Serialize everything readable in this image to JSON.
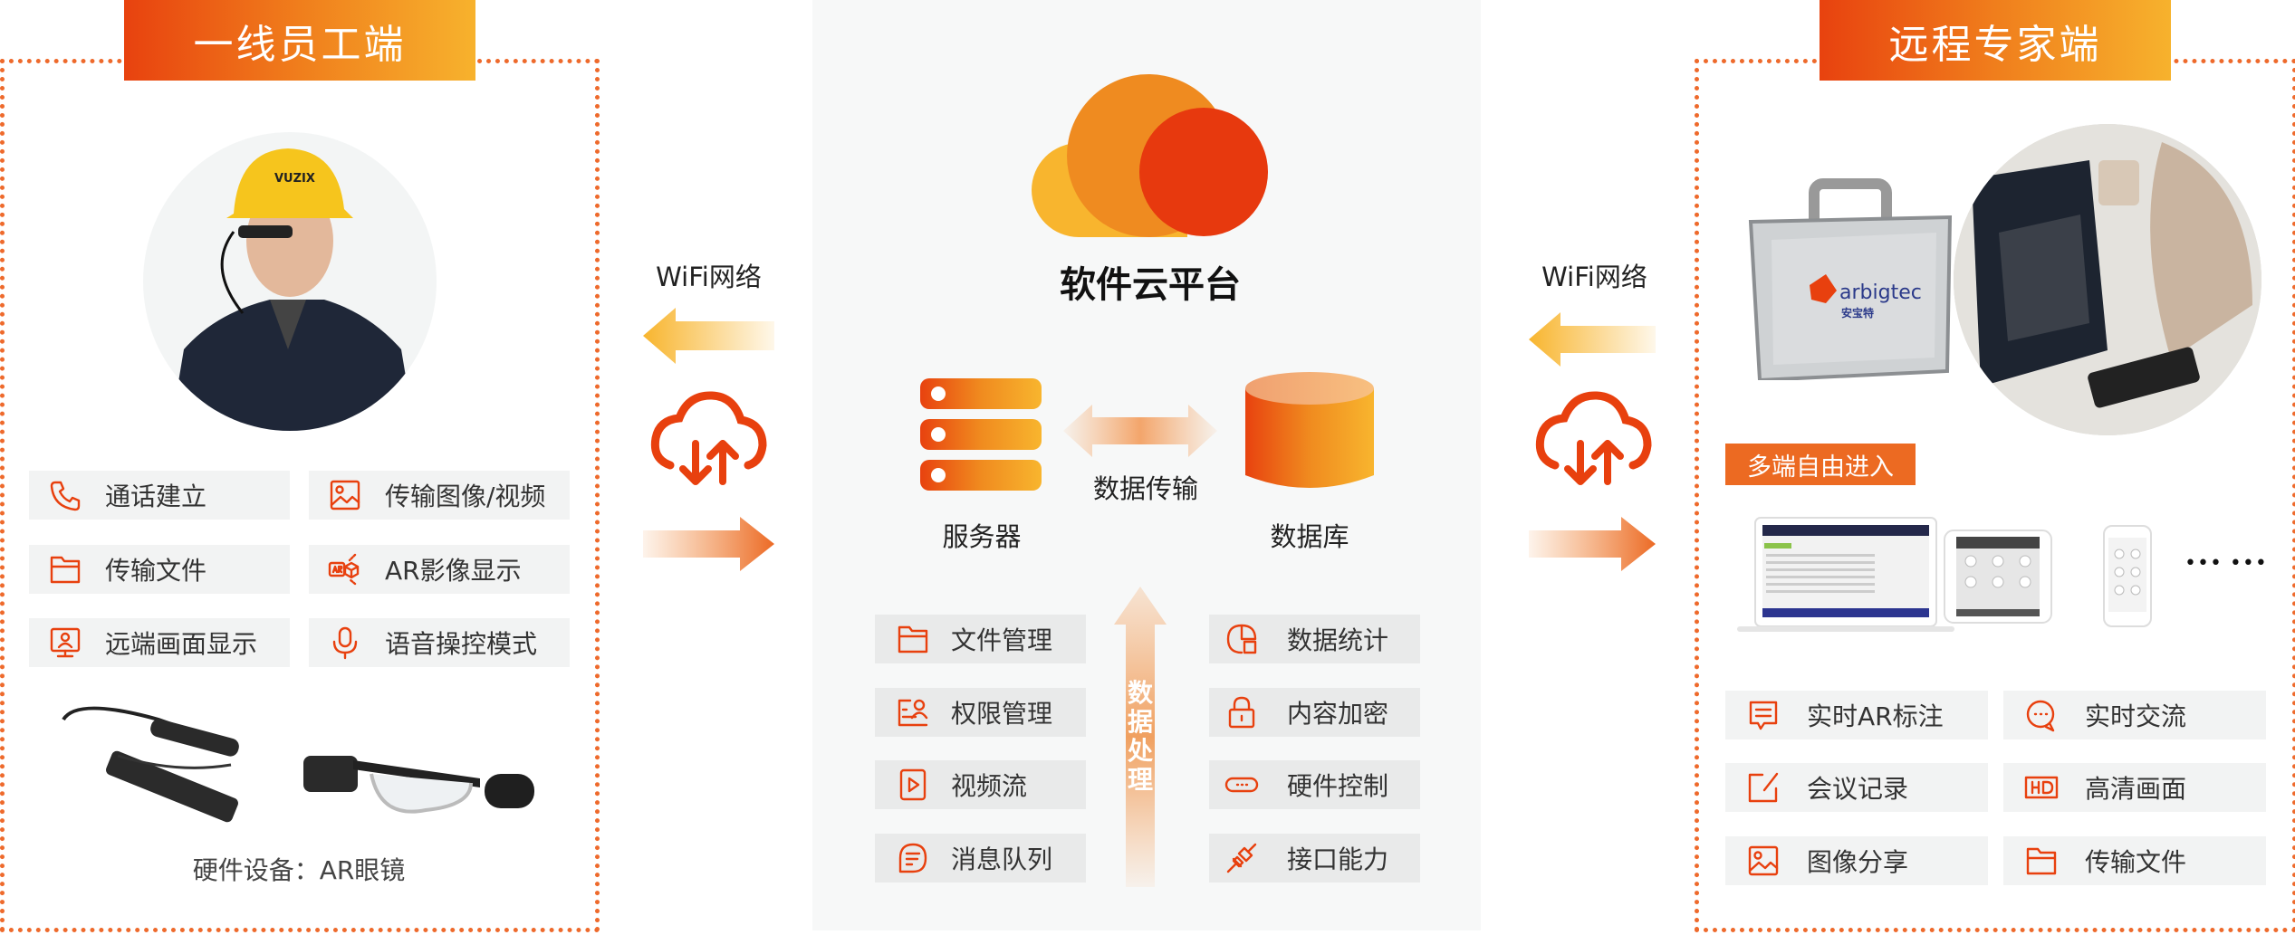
{
  "left": {
    "title": "一线员工端",
    "features": [
      {
        "icon": "phone-icon",
        "label": "通话建立"
      },
      {
        "icon": "image-icon",
        "label": "传输图像/视频"
      },
      {
        "icon": "folder-icon",
        "label": "传输文件"
      },
      {
        "icon": "ar-cube-icon",
        "label": "AR影像显示"
      },
      {
        "icon": "remote-screen-icon",
        "label": "远端画面显示"
      },
      {
        "icon": "microphone-icon",
        "label": "语音操控模式"
      }
    ],
    "photo_brand": "VUZIX",
    "hardware_caption": "硬件设备：AR眼镜"
  },
  "link_left": {
    "label": "WiFi网络"
  },
  "link_right": {
    "label": "WiFi网络"
  },
  "center": {
    "title": "软件云平台",
    "server_label": "服务器",
    "database_label": "数据库",
    "transfer_label": "数据传输",
    "processing_label": "数据处理",
    "features_left": [
      {
        "icon": "folder-icon",
        "label": "文件管理"
      },
      {
        "icon": "permission-icon",
        "label": "权限管理"
      },
      {
        "icon": "video-play-icon",
        "label": "视频流"
      },
      {
        "icon": "message-icon",
        "label": "消息队列"
      }
    ],
    "features_right": [
      {
        "icon": "chart-icon",
        "label": "数据统计"
      },
      {
        "icon": "lock-icon",
        "label": "内容加密"
      },
      {
        "icon": "hardware-icon",
        "label": "硬件控制"
      },
      {
        "icon": "plug-icon",
        "label": "接口能力"
      }
    ]
  },
  "right": {
    "title": "远程专家端",
    "case_brand": "arbigtec",
    "case_brand_cn": "安宝特",
    "multi_badge": "多端自由进入",
    "more": "••• •••",
    "features": [
      {
        "icon": "annotation-icon",
        "label": "实时AR标注"
      },
      {
        "icon": "chat-icon",
        "label": "实时交流"
      },
      {
        "icon": "edit-icon",
        "label": "会议记录"
      },
      {
        "icon": "hd-icon",
        "label": "高清画面"
      },
      {
        "icon": "image-icon",
        "label": "图像分享"
      },
      {
        "icon": "folder-icon",
        "label": "传输文件"
      }
    ]
  },
  "colors": {
    "accent": "#e8400e",
    "orange": "#f08b1f",
    "yellow": "#f8b52e",
    "border": "#ee6a2c"
  }
}
